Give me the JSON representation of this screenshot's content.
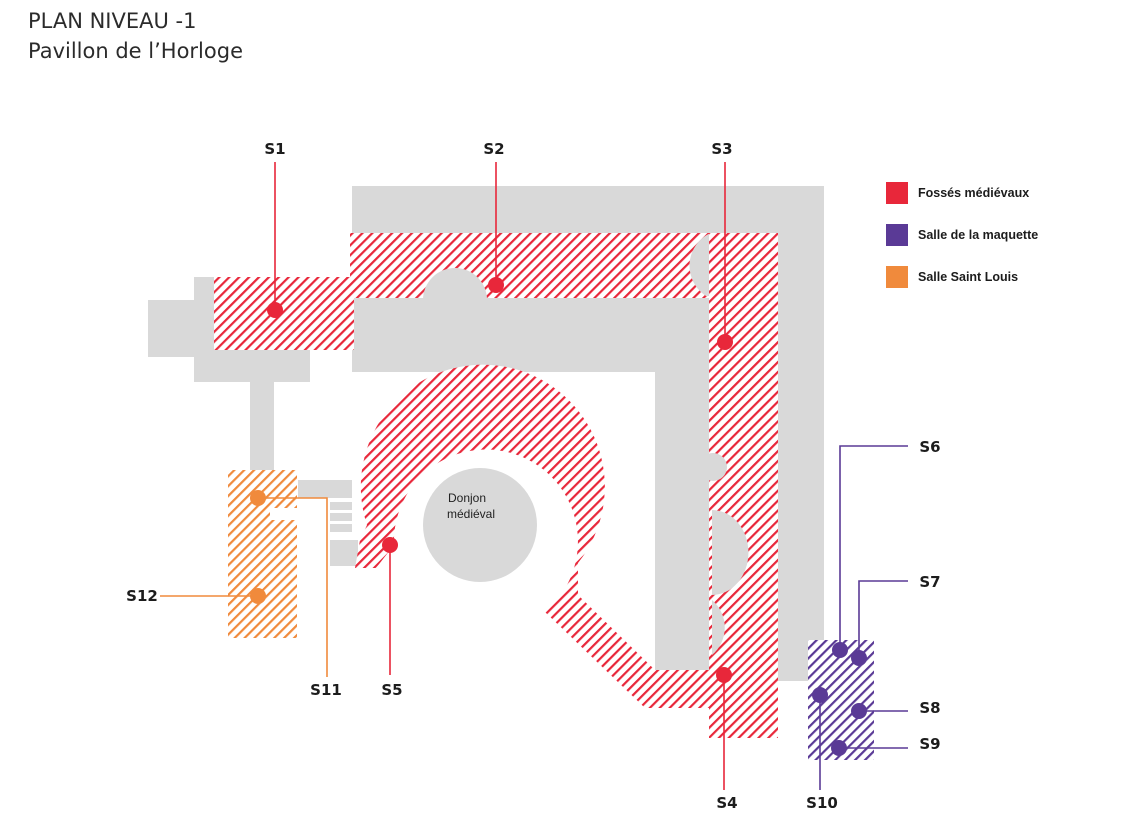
{
  "title": {
    "line1": "PLAN NIVEAU -1",
    "line2": "Pavillon de l’Horloge"
  },
  "colors": {
    "red": "#e8273a",
    "purple": "#5a3a96",
    "orange": "#f08a3c",
    "building": "#d9d9d9"
  },
  "rooms": {
    "donjon_line1": "Donjon",
    "donjon_line2": "médiéval"
  },
  "legend": [
    {
      "label": "Fossés médiévaux",
      "color": "#e8273a"
    },
    {
      "label": "Salle de la maquette",
      "color": "#5a3a96"
    },
    {
      "label": "Salle Saint Louis",
      "color": "#f08a3c"
    }
  ],
  "stations": {
    "s1": "S1",
    "s2": "S2",
    "s3": "S3",
    "s4": "S4",
    "s5": "S5",
    "s6": "S6",
    "s7": "S7",
    "s8": "S8",
    "s9": "S9",
    "s10": "S10",
    "s11": "S11",
    "s12": "S12"
  }
}
